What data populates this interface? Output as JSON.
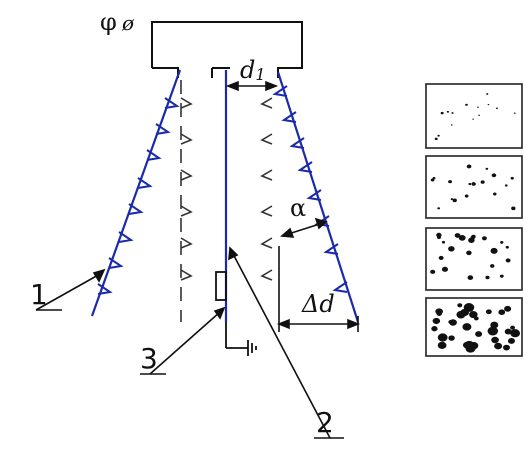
{
  "labels": {
    "phi": "φ",
    "potential": "ø",
    "d1_main": "d",
    "d1_sub": "1",
    "alpha": "α",
    "delta_d": "Δd",
    "callout_1": "1",
    "callout_2": "2",
    "callout_3": "3"
  },
  "colors": {
    "electrode": "#1b2aa8",
    "outline": "#111111",
    "barb": "#1b2aa8",
    "ghost_barb": "#333333"
  },
  "density_panels": [
    {
      "name": "sparse",
      "dot_count": 14,
      "dot_size": "tiny"
    },
    {
      "name": "low",
      "dot_count": 18,
      "dot_size": "small"
    },
    {
      "name": "medium",
      "dot_count": 22,
      "dot_size": "medium"
    },
    {
      "name": "dense",
      "dot_count": 34,
      "dot_size": "large"
    }
  ]
}
